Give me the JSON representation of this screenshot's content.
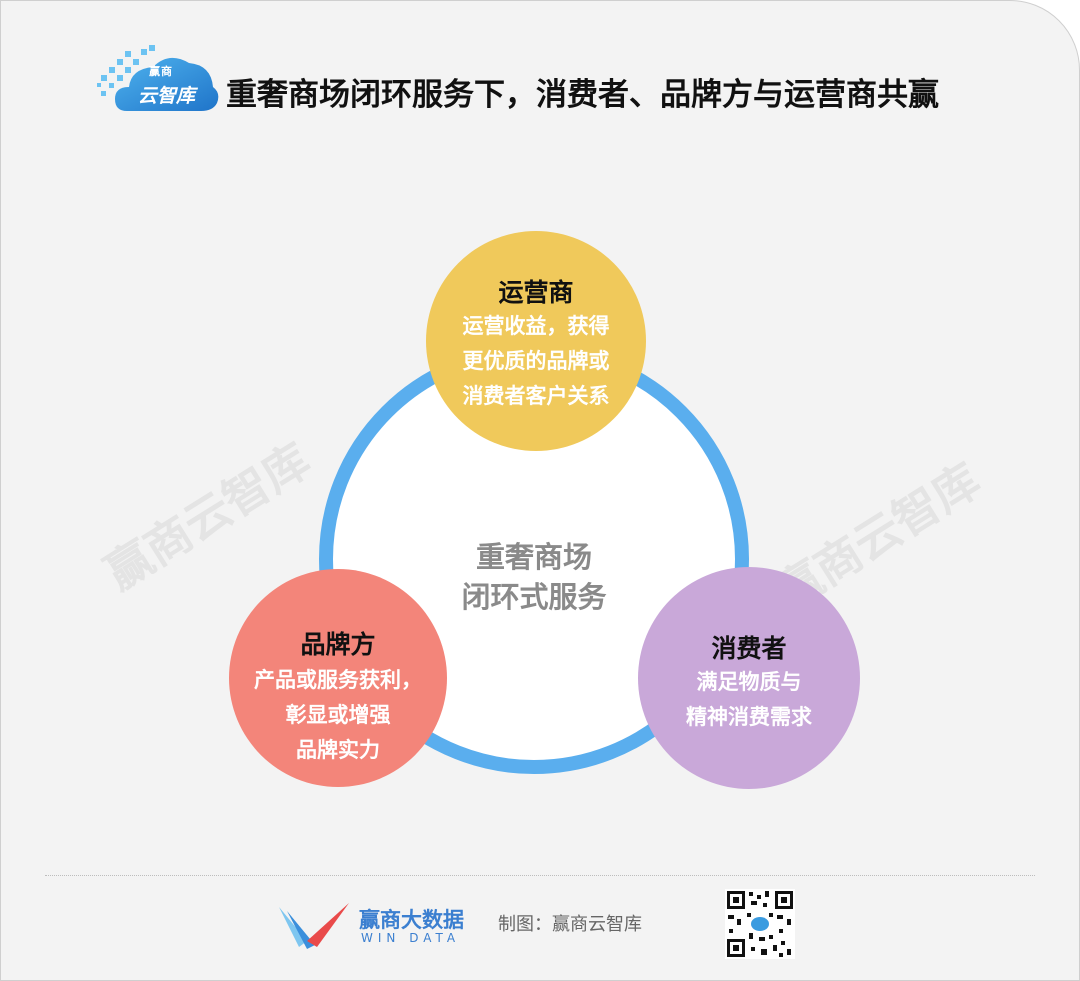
{
  "header": {
    "logo_small": "赢商",
    "logo_main": "云智库",
    "title": "重奢商场闭环服务下，消费者、品牌方与运营商共赢"
  },
  "watermark": {
    "text": "赢商云智库"
  },
  "diagram": {
    "center": {
      "line1": "重奢商场",
      "line2": "闭环式服务"
    },
    "nodes": {
      "operator": {
        "title": "运营商",
        "lines": [
          "运营收益，获得",
          "更优质的品牌或",
          "消费者客户关系"
        ],
        "color": "#f0c95b"
      },
      "brand": {
        "title": "品牌方",
        "lines": [
          "产品或服务获利，",
          "彰显或增强",
          "品牌实力"
        ],
        "color": "#f3857a"
      },
      "consumer": {
        "title": "消费者",
        "lines": [
          "满足物质与",
          "精神消费需求"
        ],
        "color": "#c9a8d9"
      }
    },
    "ring_color": "#5aaeee"
  },
  "footer": {
    "brand_name": "赢商大数据",
    "brand_sub": "WIN DATA",
    "credit": "制图：赢商云智库"
  }
}
